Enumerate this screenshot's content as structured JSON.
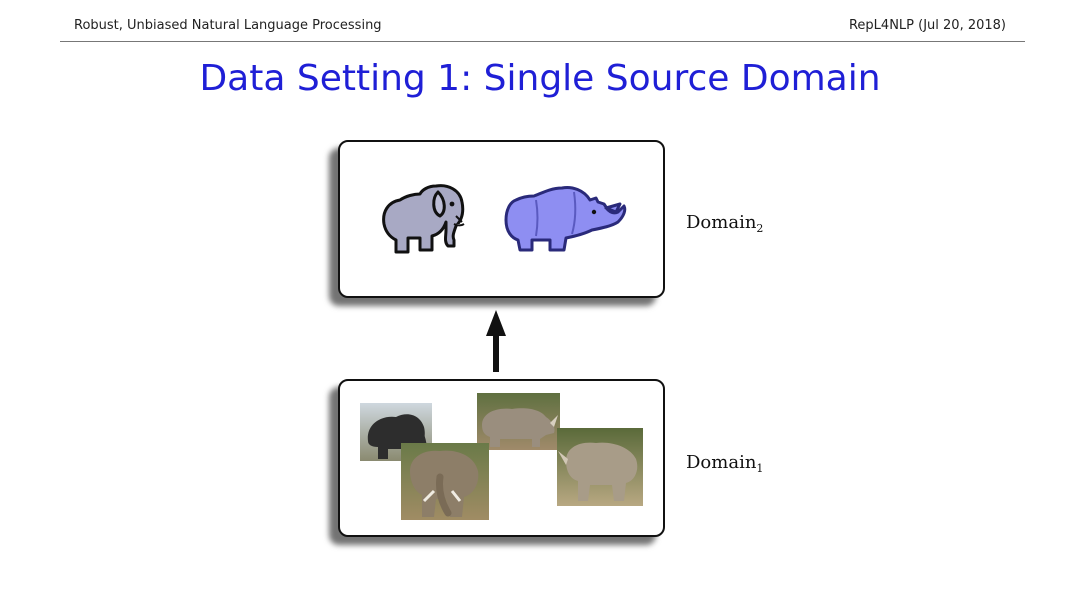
{
  "header": {
    "left": "Robust, Unbiased Natural Language Processing",
    "right": "RepL4NLP (Jul 20, 2018)"
  },
  "title": "Data Setting 1: Single Source Domain",
  "domains": [
    {
      "name": "Domain",
      "subscript": "2",
      "content": [
        "elephant-cartoon",
        "rhino-cartoon"
      ]
    },
    {
      "name": "Domain",
      "subscript": "1",
      "content": [
        "elephant-photo",
        "rhino-photo",
        "elephant-photo",
        "rhino-photo"
      ]
    }
  ],
  "colors": {
    "title": "#1f1fd6",
    "elephant_cartoon": "#a8a9c4",
    "rhino_cartoon": "#8e8ef2"
  }
}
